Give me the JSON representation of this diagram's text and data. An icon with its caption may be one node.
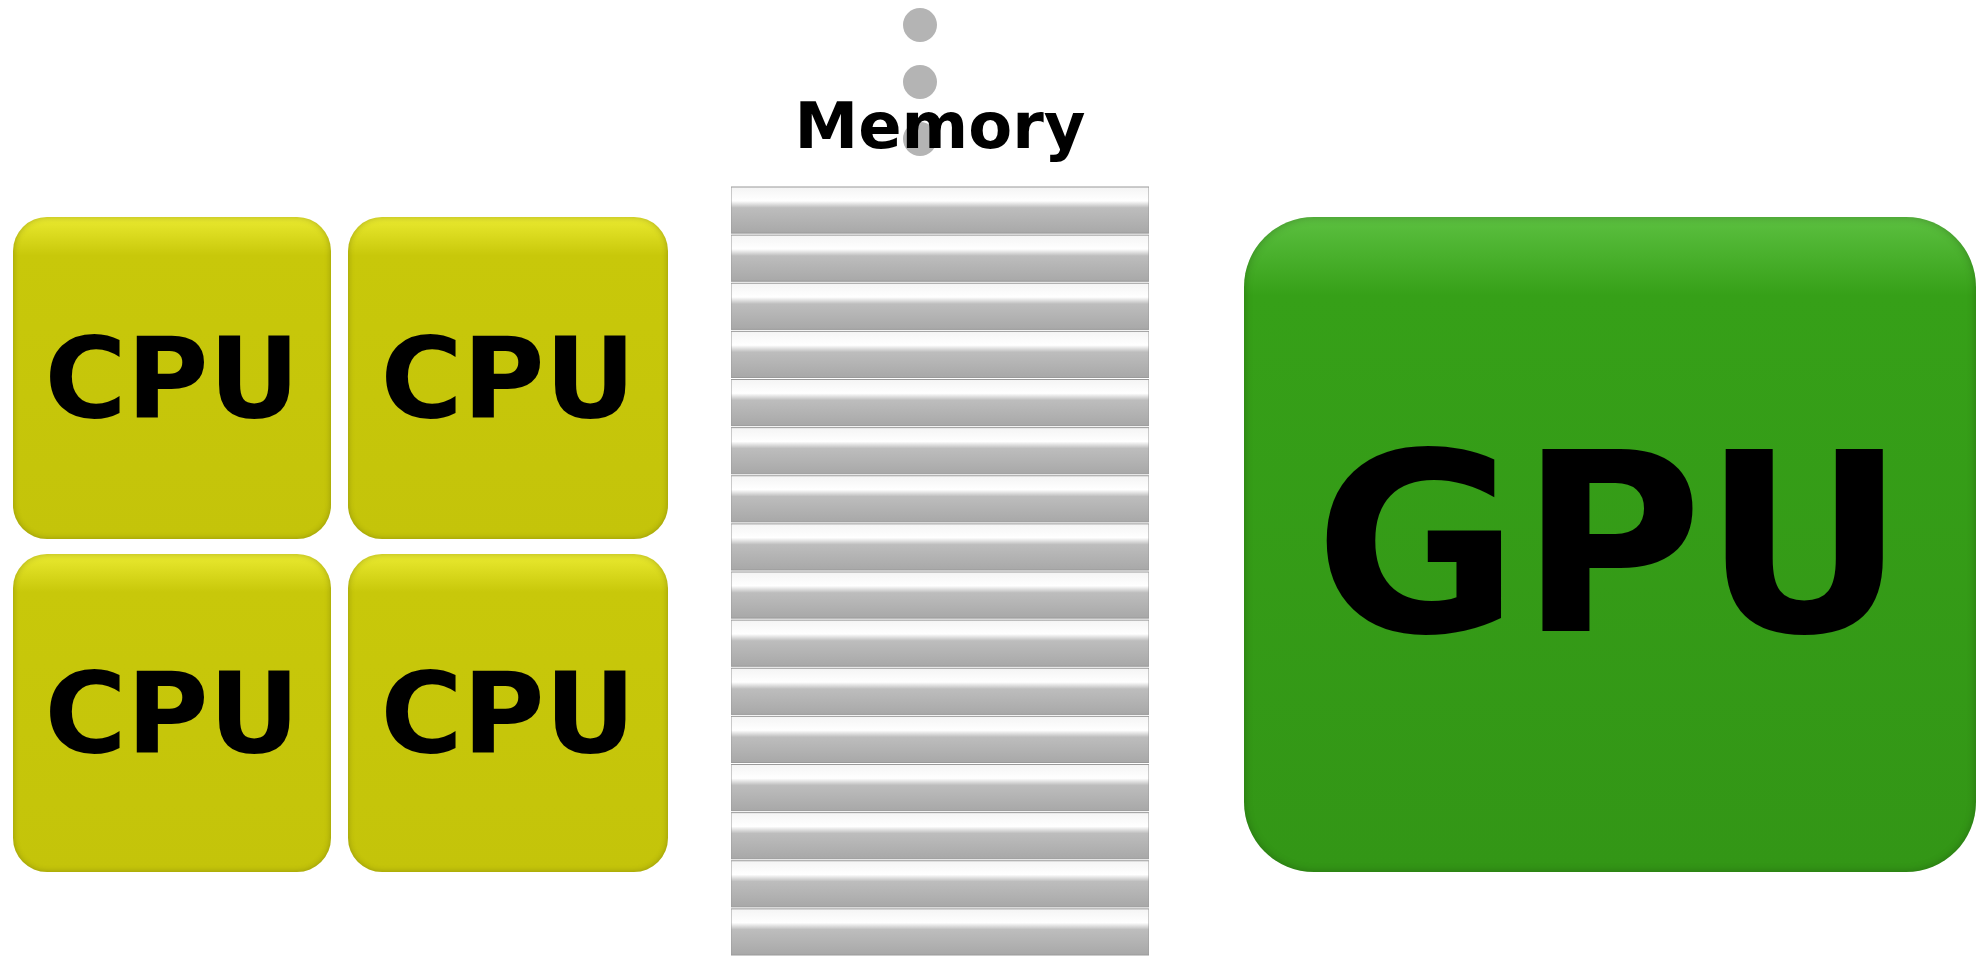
{
  "diagram": {
    "nodes": [
      {
        "text": [
          "CPU"
        ]
      },
      {
        "text": [
          "CPU"
        ]
      },
      {
        "text": [
          "CPU"
        ]
      },
      {
        "text": [
          "CPU"
        ]
      },
      {
        "text": [
          "Memory"
        ]
      },
      {
        "text": [
          "GPU"
        ]
      }
    ]
  }
}
